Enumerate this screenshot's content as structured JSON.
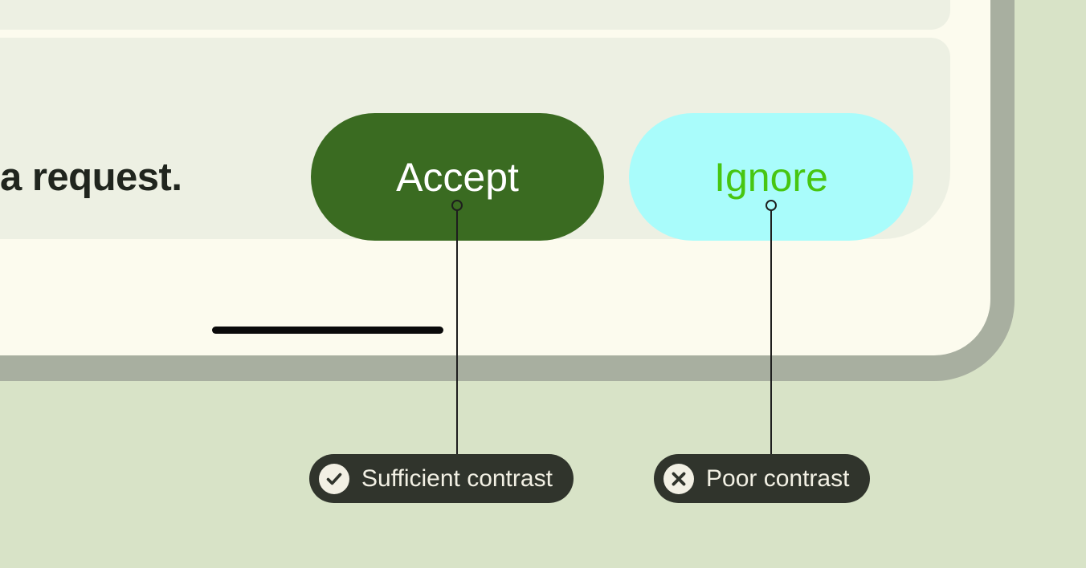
{
  "phone": {
    "message_text": "a request.",
    "components": [
      "top-card",
      "message-card",
      "home-indicator"
    ]
  },
  "buttons": [
    {
      "label": "Accept",
      "bg_color": "#3a6b21",
      "text_color": "#ffffff"
    },
    {
      "label": "Ignore",
      "bg_color": "#a9fcfb",
      "text_color": "#47c611"
    }
  ],
  "callouts": [
    {
      "label": "Sufficient contrast",
      "icon": "check-icon"
    },
    {
      "label": "Poor contrast",
      "icon": "x-icon"
    }
  ],
  "colors": {
    "page_background": "#d8e3c7",
    "device_frame": "#a8afa0",
    "device_screen": "#fcfbee",
    "card_panel": "#edf0e3",
    "message_text": "#20251e",
    "callout_background": "#30342c",
    "callout_foreground": "#f2f0e4",
    "connector": "#1e1e1e",
    "home_indicator": "#0a0a0a"
  }
}
